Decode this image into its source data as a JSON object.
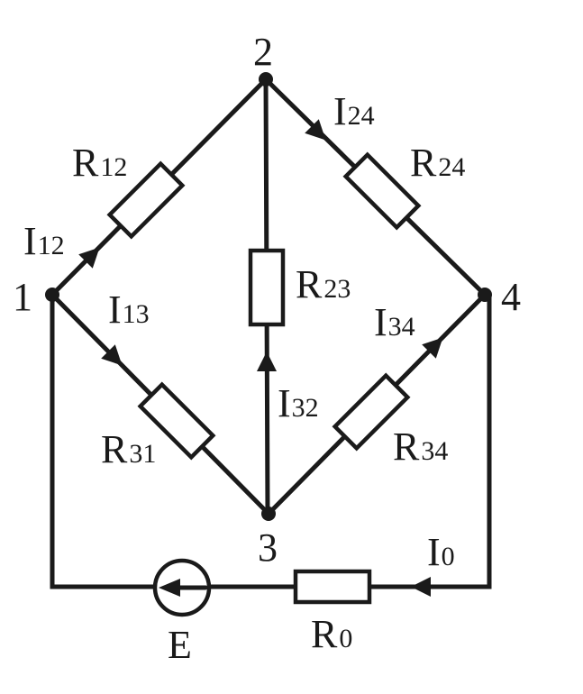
{
  "nodes": {
    "n1": "1",
    "n2": "2",
    "n3": "3",
    "n4": "4"
  },
  "resistors": {
    "r12": {
      "letter": "R",
      "sub": "12"
    },
    "r24": {
      "letter": "R",
      "sub": "24"
    },
    "r23": {
      "letter": "R",
      "sub": "23"
    },
    "r31": {
      "letter": "R",
      "sub": "31"
    },
    "r34": {
      "letter": "R",
      "sub": "34"
    },
    "r0": {
      "letter": "R",
      "sub": "0"
    }
  },
  "currents": {
    "i12": {
      "letter": "I",
      "sub": "12"
    },
    "i24": {
      "letter": "I",
      "sub": "24"
    },
    "i13": {
      "letter": "I",
      "sub": "13"
    },
    "i32": {
      "letter": "I",
      "sub": "32"
    },
    "i34": {
      "letter": "I",
      "sub": "34"
    },
    "i0": {
      "letter": "I",
      "sub": "0"
    }
  },
  "source": {
    "label": "E"
  },
  "colors": {
    "ink": "#1a1a1a",
    "background": "#ffffff"
  }
}
